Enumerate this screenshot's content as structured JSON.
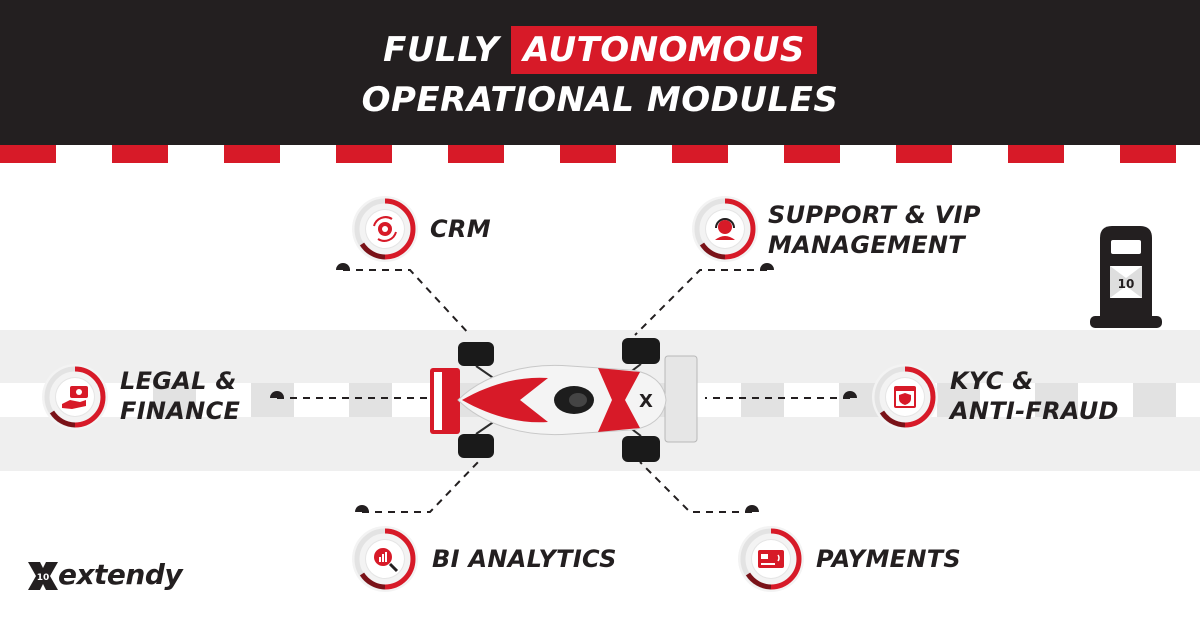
{
  "header": {
    "title_plain": "FULLY",
    "title_highlight": "AUTONOMOUS",
    "title_line2": "OPERATIONAL MODULES"
  },
  "modules": {
    "crm": {
      "label": "CRM",
      "icon": "gear-cycle-icon"
    },
    "support": {
      "line1": "SUPPORT & VIP",
      "line2": "MANAGEMENT",
      "icon": "headset-agent-icon"
    },
    "legal": {
      "line1": "LEGAL &",
      "line2": "FINANCE",
      "icon": "money-hand-icon"
    },
    "kyc": {
      "line1": "KYC &",
      "line2": "ANTI-FRAUD",
      "icon": "shield-browser-icon"
    },
    "bi": {
      "label": "BI ANALYTICS",
      "icon": "chart-magnifier-icon"
    },
    "payments": {
      "label": "PAYMENTS",
      "icon": "credit-card-icon"
    }
  },
  "pump": {
    "badge": "10",
    "icon": "fuel-pump-icon"
  },
  "car": {
    "number": "X",
    "icon": "race-car-icon"
  },
  "logo": {
    "badge": "10",
    "wordmark": "extendy"
  },
  "colors": {
    "accent": "#d71a28",
    "dark": "#231f20",
    "track": "#efefef"
  }
}
